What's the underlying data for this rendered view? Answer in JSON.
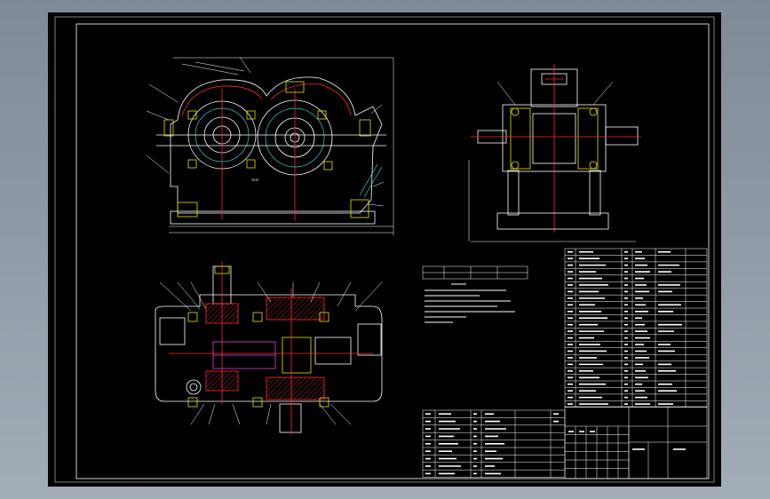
{
  "drawing": {
    "background": "#000000",
    "frame_color": "#ffffff",
    "viewport_color": "#8e99a6"
  },
  "tables": {
    "parts_list_right": {
      "rows": 24
    },
    "parts_list_bottom": {
      "rows": 9
    },
    "title_block": {
      "rows": 4
    }
  },
  "notes": {
    "lines": 6
  }
}
